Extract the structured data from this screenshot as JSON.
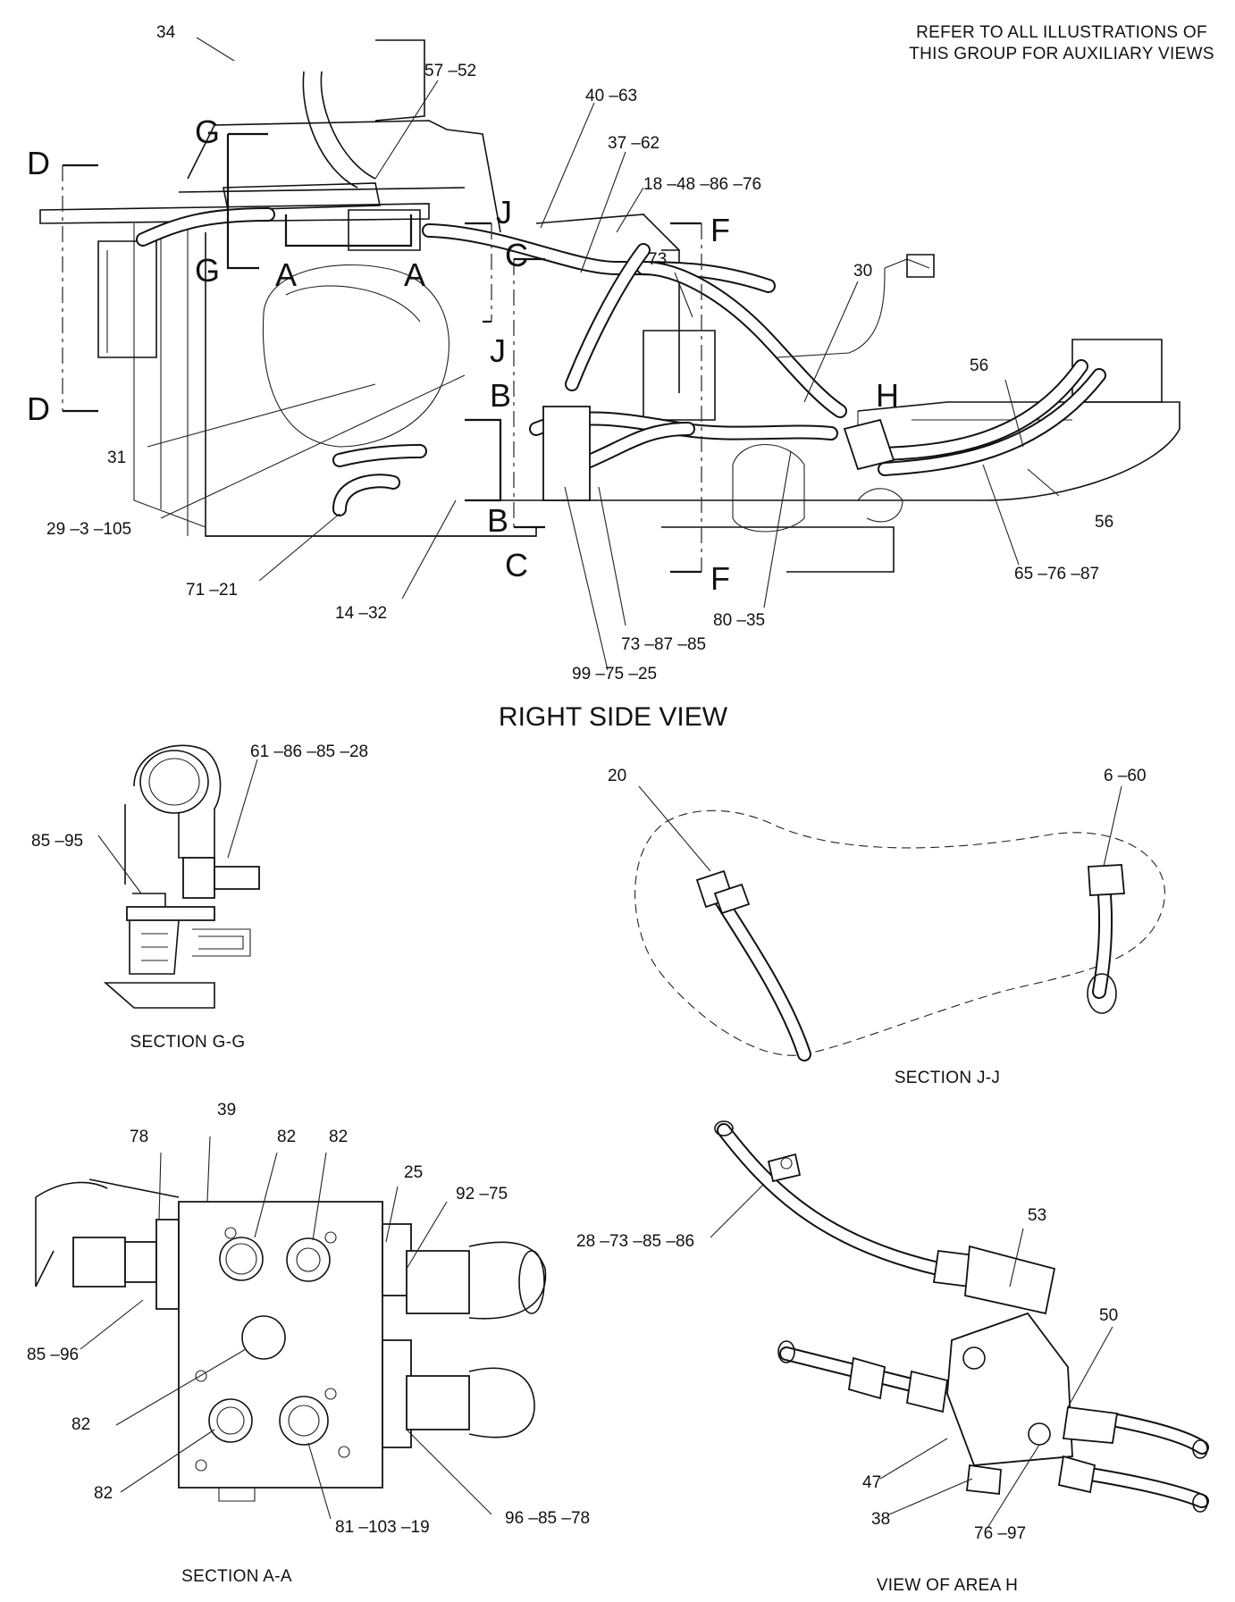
{
  "note": {
    "line1": "REFER TO ALL ILLUSTRATIONS OF",
    "line2": "THIS GROUP FOR AUXILIARY VIEWS"
  },
  "main_view": {
    "title": "RIGHT SIDE VIEW",
    "callouts": {
      "c34": "34",
      "c57_52": "57 –52",
      "c40_63": "40 –63",
      "c37_62": "37 –62",
      "c18_48_86_76": "18 –48 –86 –76",
      "c73": "73",
      "c30": "30",
      "c56a": "56",
      "c56b": "56",
      "c31": "31",
      "c29_3_105": "29 –3 –105",
      "c71_21": "71 –21",
      "c14_32": "14 –32",
      "c73_87_85": "73 –87 –85",
      "c99_75_25": "99 –75 –25",
      "c80_35": "80 –35",
      "c65_76_87": "65 –76 –87"
    },
    "section_marks": {
      "D": "D",
      "G": "G",
      "A": "A",
      "J": "J",
      "C": "C",
      "B": "B",
      "F": "F",
      "H": "H"
    }
  },
  "section_gg": {
    "title": "SECTION G-G",
    "callouts": {
      "c61_86_85_28": "61 –86 –85 –28",
      "c85_95": "85 –95"
    }
  },
  "section_jj": {
    "title": "SECTION J-J",
    "callouts": {
      "c20": "20",
      "c6_60": "6 –60"
    }
  },
  "section_aa": {
    "title": "SECTION A-A",
    "callouts": {
      "c78": "78",
      "c39": "39",
      "c82a": "82",
      "c82b": "82",
      "c25": "25",
      "c92_75": "92 –75",
      "c85_96": "85 –96",
      "c82c": "82",
      "c82d": "82",
      "c81_103_19": "81 –103 –19",
      "c96_85_78": "96 –85 –78"
    }
  },
  "view_h": {
    "title": "VIEW OF AREA H",
    "callouts": {
      "c28_73_85_86": "28 –73 –85 –86",
      "c53": "53",
      "c50": "50",
      "c47": "47",
      "c38": "38",
      "c76_97": "76 –97"
    }
  }
}
